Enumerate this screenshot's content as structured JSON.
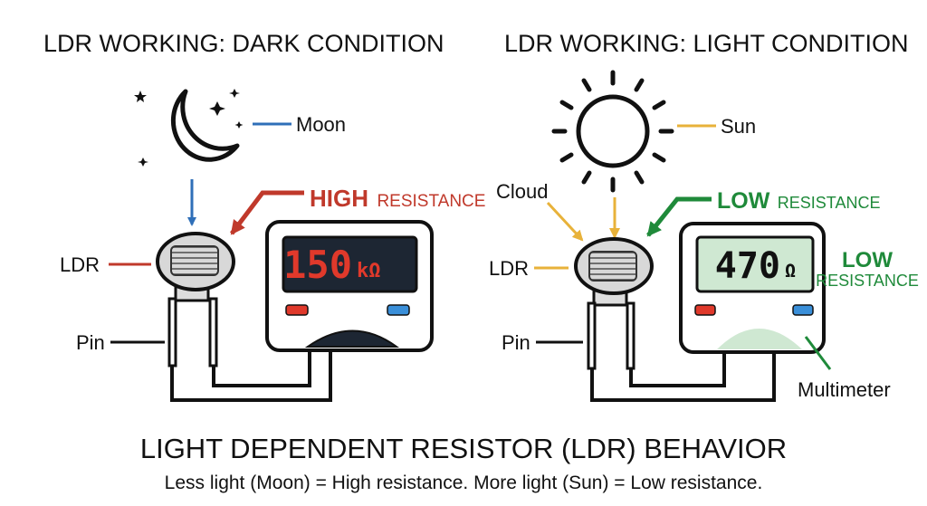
{
  "dark": {
    "title": "LDR WORKING: DARK CONDITION",
    "source_label": "Moon",
    "ldr_label": "LDR",
    "pin_label": "Pin",
    "resistance_strong": "HIGH",
    "resistance_word": "RESISTANCE",
    "reading_value": "150",
    "reading_unit": "kΩ",
    "source_icon": "moon-icon",
    "colors": {
      "display_bg": "#1d2633",
      "display_text": "#e0392b",
      "arrow": "#2f6fb8",
      "accent": "#c0392b",
      "dial": "#1d2633"
    }
  },
  "light": {
    "title": "LDR WORKING: LIGHT CONDITION",
    "source_label": "Sun",
    "cloud_label": "Cloud",
    "ldr_label": "LDR",
    "pin_label": "Pin",
    "resistance_strong": "LOW",
    "resistance_word": "RESISTANCE",
    "reading_value": "470",
    "reading_unit": "Ω",
    "side_strong": "LOW",
    "side_word": "RESISTANCE",
    "meter_label": "Multimeter",
    "source_icon": "sun-icon",
    "colors": {
      "display_bg": "#cfe8d2",
      "display_text": "#111111",
      "arrow": "#e8b23a",
      "accent": "#1f8a3a",
      "dial": "#cfe8d2"
    }
  },
  "footer": {
    "title": "LIGHT DEPENDENT RESISTOR (LDR) BEHAVIOR",
    "subtitle": "Less light (Moon) = High resistance. More light (Sun) = Low resistance."
  },
  "colors": {
    "button_red": "#e0392b",
    "button_blue": "#3a8fd9",
    "label_line": "#111111"
  }
}
